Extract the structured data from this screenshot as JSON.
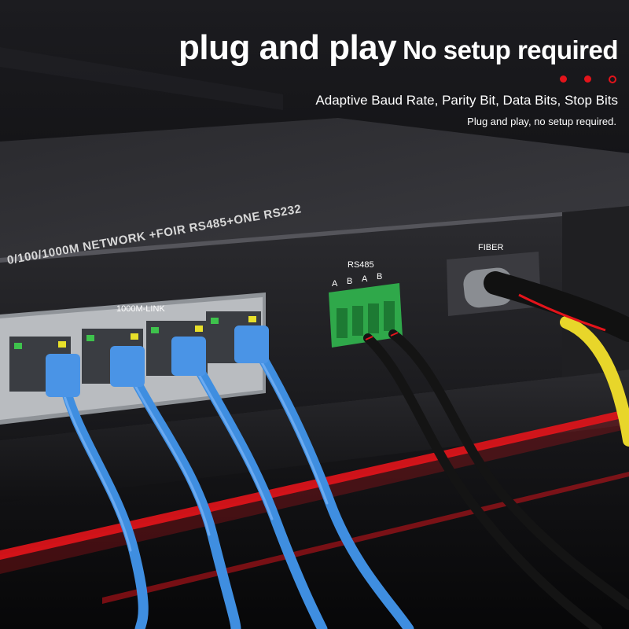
{
  "header": {
    "headline_main": "plug and play",
    "headline_secondary": "No setup required",
    "subtitle": "Adaptive Baud Rate, Parity Bit, Data Bits, Stop Bits",
    "caption": "Plug and play, no setup required."
  },
  "device": {
    "top_label": "0/100/1000M NETWORK +FOIR RS485+ONE RS232",
    "link_label": "1000M-LINK",
    "rs485_label": "RS485",
    "rs485_pins": [
      "A",
      "B",
      "A",
      "B"
    ],
    "fiber_label": "FIBER"
  },
  "colors": {
    "accent_red": "#e3141b",
    "cable_blue": "#3f8ee0",
    "cable_yellow": "#e8d62a",
    "terminal_green": "#2fa84a"
  }
}
